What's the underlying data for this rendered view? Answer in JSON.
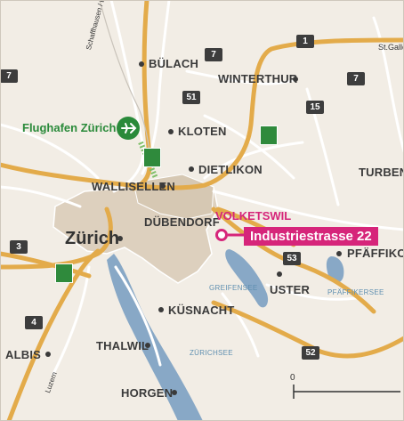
{
  "places": {
    "bulach": "BÜLACH",
    "winterthur": "WINTERTHUR",
    "st_gallen": "St.Gallen",
    "kloten": "KLOTEN",
    "dietlikon": "DIETLIKON",
    "turbenthal": "TURBENT",
    "wallisellen": "WALLISELLEN",
    "dubendorf": "DÜBENDORF",
    "zurich": "Zürich",
    "volketswil": "VOLKETSWIL",
    "pfaffikon": "PFÄFFIKON",
    "uster": "USTER",
    "kusnacht": "KÜSNACHT",
    "albis": "ALBIS",
    "thalwil": "THALWIL",
    "horgen": "HORGEN"
  },
  "lakes": {
    "greifensee": "GREIFENSEE",
    "pfaffikersee": "PFÄFFIKERSEE",
    "zurichsee": "ZÜRICHSEE"
  },
  "roads": {
    "r1": "1",
    "r7a": "7",
    "r7b": "7",
    "r7c": "7",
    "r51": "51",
    "r15": "15",
    "r3": "3",
    "r4": "4",
    "r53": "53",
    "r52": "52"
  },
  "direction_labels": {
    "schaffhausen": "Schaffhausen / Deutschland",
    "luzern": "Luzern"
  },
  "airport": {
    "label": "Flughafen Zürich"
  },
  "highlight": {
    "address": "Industriestrasse 22"
  },
  "scale": {
    "zero": "0"
  },
  "colors": {
    "background": "#f2ede5",
    "urban": "#ddd0be",
    "water": "#88a8c6",
    "main_road": "#e3ab4a",
    "minor_road": "#ffffff",
    "accent": "#d6257a",
    "airport": "#2a8a3a"
  }
}
